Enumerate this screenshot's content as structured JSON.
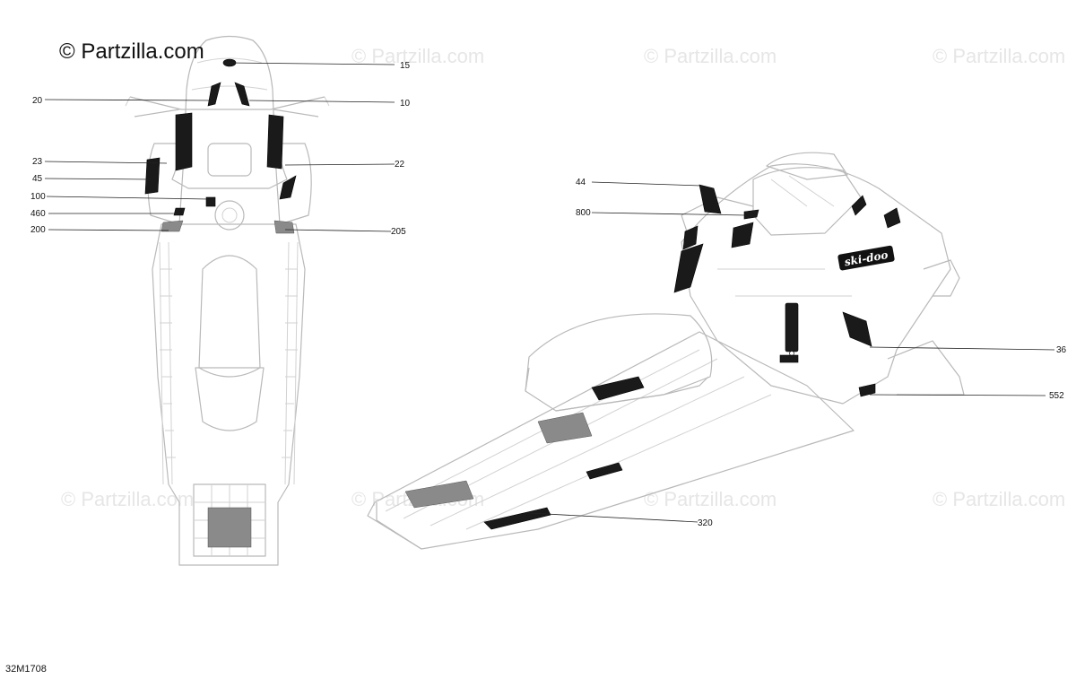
{
  "watermark": {
    "text": "© Partzilla.com"
  },
  "brand": {
    "text": "© Partzilla.com"
  },
  "diagram_code": "32M1708",
  "decal_text": "ski-doo",
  "callouts": {
    "c15": "15",
    "c10": "10",
    "c20": "20",
    "c22": "22",
    "c23": "23",
    "c45": "45",
    "c100": "100",
    "c460": "460",
    "c200": "200",
    "c205": "205",
    "c44": "44",
    "c800": "800",
    "c36": "36",
    "c552": "552",
    "c320": "320"
  }
}
